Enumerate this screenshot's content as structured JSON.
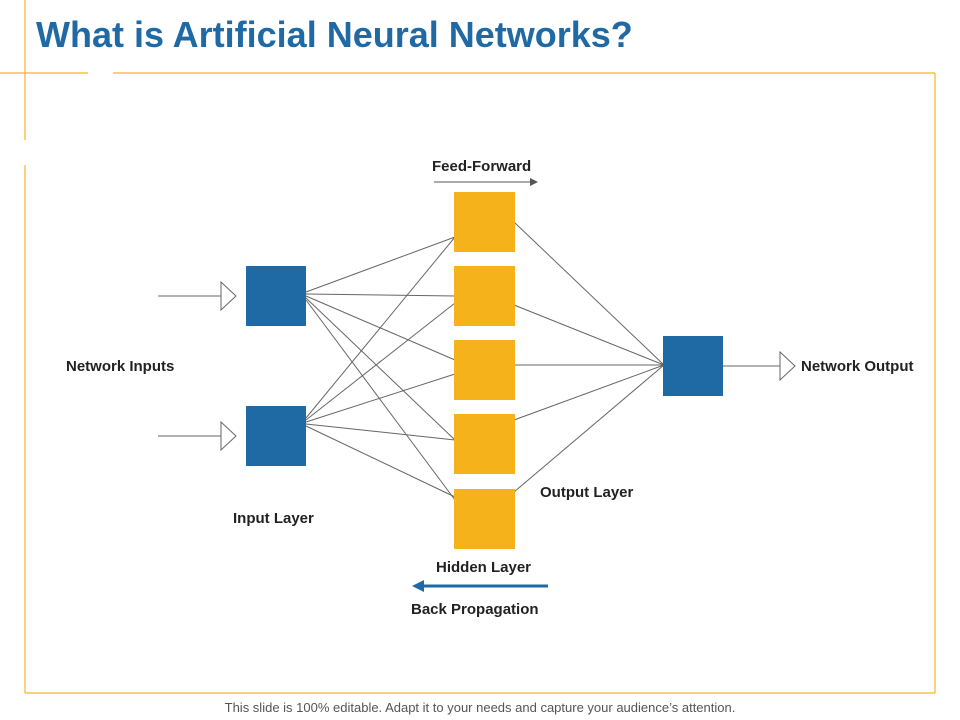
{
  "title": "What is Artificial Neural Networks?",
  "labels": {
    "feed_forward": "Feed-Forward",
    "network_inputs": "Network Inputs",
    "network_output": "Network Output",
    "input_layer": "Input Layer",
    "hidden_layer": "Hidden Layer",
    "output_layer": "Output Layer",
    "back_propagation": "Back Propagation"
  },
  "footer": "This slide is 100% editable. Adapt it to your needs and capture your audience’s attention.",
  "colors": {
    "title": "#1f6aa5",
    "node_blue": "#1f6aa5",
    "node_yellow": "#f5b21b",
    "frame": "#f2b52b",
    "connection": "#666666",
    "back_arrow": "#1f6aa5"
  }
}
